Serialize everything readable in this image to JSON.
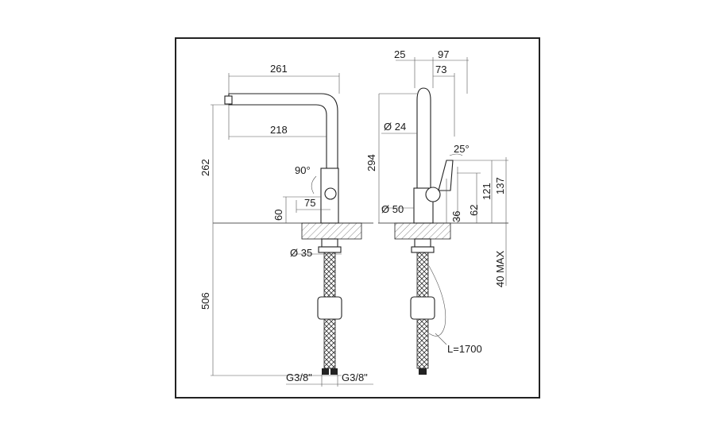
{
  "front_view": {
    "width_total": "261",
    "spout_reach": "218",
    "height_total": "262",
    "handle_angle": "90°",
    "handle_offset": "75",
    "base_height": "60",
    "base_diameter": "Ø 35",
    "below_counter": "506",
    "thread_left": "G3/8\"",
    "thread_right": "G3/8\""
  },
  "side_view": {
    "spout_offset": "25",
    "depth_total": "97",
    "handle_depth": "73",
    "spout_diameter": "Ø 24",
    "height_spout": "294",
    "handle_angle": "25°",
    "body_diameter": "Ø 50",
    "height_36": "36",
    "height_62": "62",
    "height_121": "121",
    "height_137": "137",
    "counter_max": "40 MAX",
    "hose_length": "L=1700"
  }
}
